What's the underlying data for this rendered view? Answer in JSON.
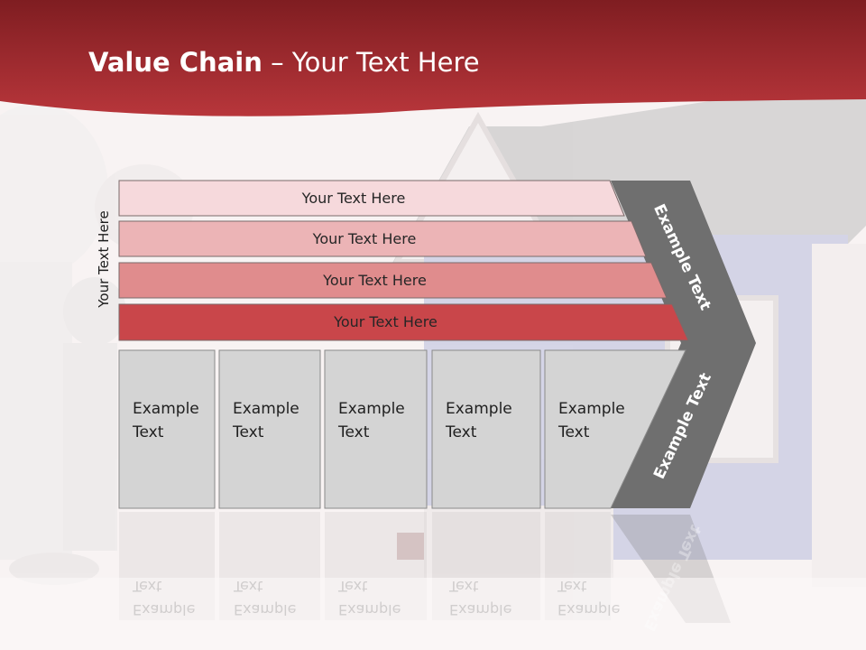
{
  "slide": {
    "title_bold": "Value Chain",
    "title_rest": " – Your Text Here",
    "vertical_label": "Your Text Here",
    "rows": [
      {
        "label": "Your Text Here",
        "color": "#f6d9dc"
      },
      {
        "label": "Your Text Here",
        "color": "#ecb4b6"
      },
      {
        "label": "Your Text Here",
        "color": "#e08c8d"
      },
      {
        "label": "Your Text Here",
        "color": "#c9464a"
      }
    ],
    "boxes": [
      {
        "line1": "Example",
        "line2": "Text"
      },
      {
        "line1": "Example",
        "line2": "Text"
      },
      {
        "line1": "Example",
        "line2": "Text"
      },
      {
        "line1": "Example",
        "line2": "Text"
      },
      {
        "line1": "Example",
        "line2": "Text"
      }
    ],
    "arrow_upper_text": "Example Text",
    "arrow_lower_text": "Example Text",
    "colors": {
      "header": "#a3282d",
      "box_fill": "#d4d4d4",
      "arrow_fill": "#6f6f6f"
    }
  }
}
